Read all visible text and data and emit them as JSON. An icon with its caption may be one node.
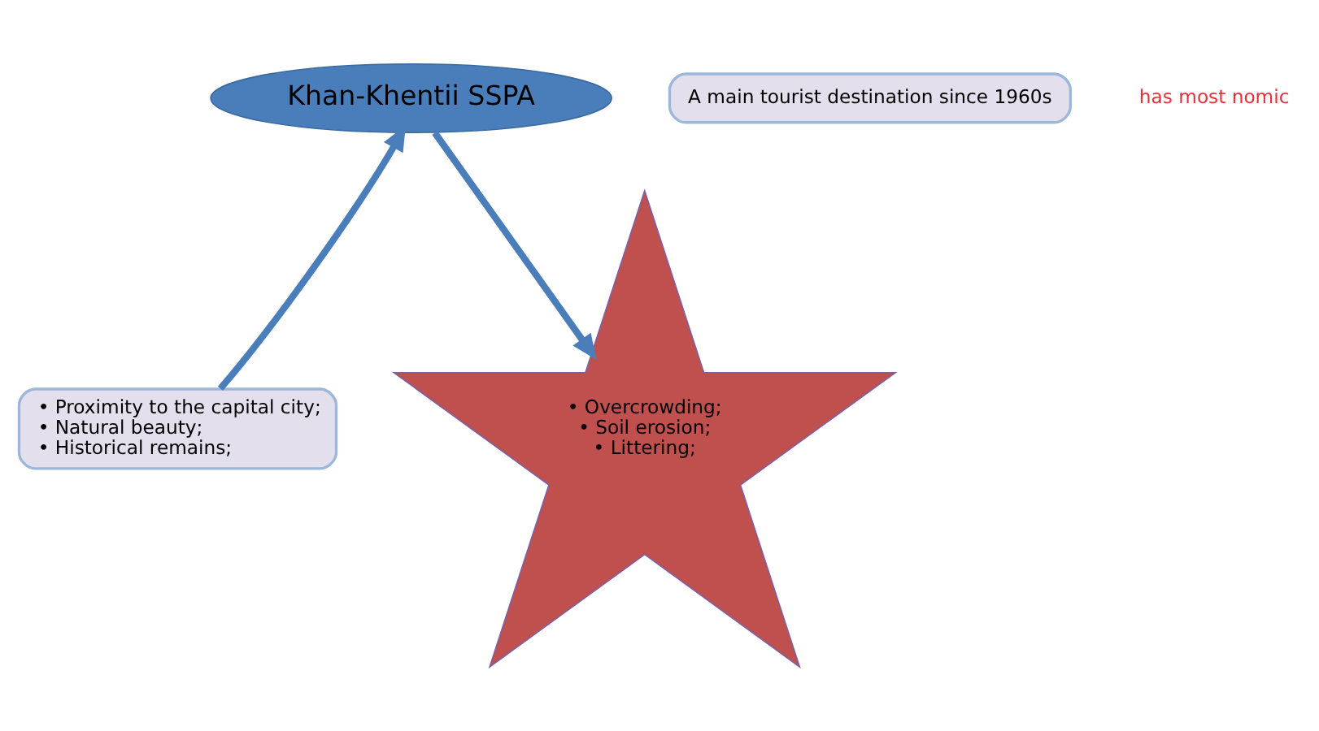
{
  "diagram": {
    "nodes": [
      {
        "text": [
          "Khan-Khentii SSPA"
        ]
      },
      {
        "text": [
          "A main tourist destination since 1960s"
        ]
      },
      {
        "text": [
          "• Proximity to the capital city;",
          "• Natural beauty;",
          "• Historical remains;"
        ]
      },
      {
        "text": [
          "• Overcrowding;",
          "• Soil erosion;",
          "• Littering;"
        ]
      }
    ],
    "edges": [
      {
        "from": 2,
        "to": 0,
        "arrow": "to"
      },
      {
        "from": 0,
        "to": 3,
        "arrow": "to"
      }
    ],
    "labels": [
      "has most nomic"
    ]
  }
}
